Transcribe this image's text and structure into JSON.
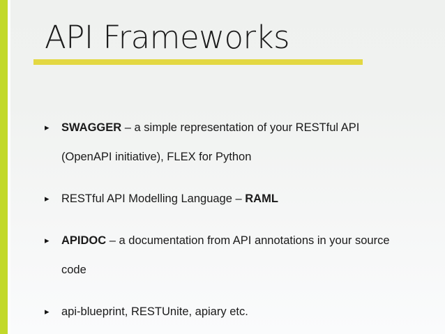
{
  "slide": {
    "title": "API Frameworks",
    "accent_color": "#c2d92a",
    "rule_color": "#e3d842",
    "text_color": "#1a1a1a",
    "bullet_glyph": "▸",
    "bullets": [
      {
        "marker": "▸",
        "runs": [
          {
            "text": "SWAGGER",
            "bold": true
          },
          {
            "text": " – a simple representation of your RESTful API (OpenAPI initiative), FLEX for Python",
            "bold": false
          }
        ]
      },
      {
        "marker": "▸",
        "runs": [
          {
            "text": "RESTful API Modelling Language – ",
            "bold": false
          },
          {
            "text": "RAML",
            "bold": true
          }
        ]
      },
      {
        "marker": "▸",
        "runs": [
          {
            "text": "APIDOC",
            "bold": true
          },
          {
            "text": " – a documentation from API annotations in your source code",
            "bold": false
          }
        ]
      },
      {
        "marker": "▸",
        "runs": [
          {
            "text": "api-blueprint, RESTUnite, apiary etc.",
            "bold": false
          }
        ]
      }
    ]
  }
}
